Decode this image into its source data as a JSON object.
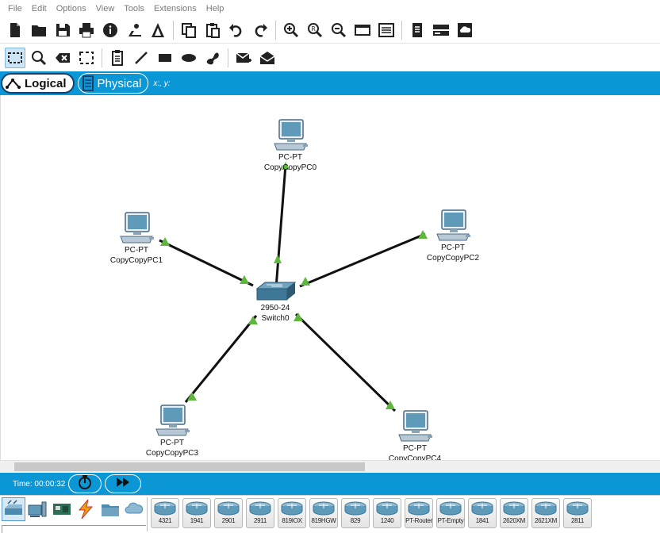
{
  "menu": [
    "File",
    "Edit",
    "Options",
    "View",
    "Tools",
    "Extensions",
    "Help"
  ],
  "toolbar1": [
    "new-file-icon",
    "open-folder-icon",
    "save-icon",
    "print-icon",
    "info-icon",
    "activity-wizard-icon",
    "network-info-icon",
    "copy-icon",
    "paste-icon",
    "undo-icon",
    "redo-icon",
    "zoom-in-icon",
    "zoom-reset-icon",
    "zoom-out-icon",
    "drawing-palette-icon",
    "custom-devices-icon",
    "simple-pdu-list-icon",
    "pt-workspace-icon",
    "cloud-icon"
  ],
  "modes": {
    "logical_label": "Logical",
    "physical_label": "Physical",
    "coords_label": "x:, y:"
  },
  "devices": [
    {
      "id": "pc0",
      "model": "PC-PT",
      "name": "CopyCopyPC0"
    },
    {
      "id": "pc1",
      "model": "PC-PT",
      "name": "CopyCopyPC1"
    },
    {
      "id": "pc2",
      "model": "PC-PT",
      "name": "CopyCopyPC2"
    },
    {
      "id": "pc3",
      "model": "PC-PT",
      "name": "CopyCopyPC3"
    },
    {
      "id": "pc4",
      "model": "PC-PT",
      "name": "CopyCopyPC4"
    },
    {
      "id": "switch0",
      "model": "2950-24",
      "name": "Switch0"
    }
  ],
  "timebar": {
    "time_label": "Time: 00:00:32"
  },
  "palette": {
    "categories": [
      "network-devices-icon",
      "end-devices-icon",
      "components-icon",
      "connections-icon",
      "miscellaneous-icon",
      "multiuser-icon"
    ],
    "models": [
      "4321",
      "1941",
      "2901",
      "2911",
      "819IOX",
      "819HGW",
      "829",
      "1240",
      "PT-Router",
      "PT-Empty",
      "1841",
      "2620XM",
      "2621XM",
      "2811"
    ]
  },
  "colors": {
    "accent": "#0b96d6",
    "link_up": "#5fb63c"
  }
}
